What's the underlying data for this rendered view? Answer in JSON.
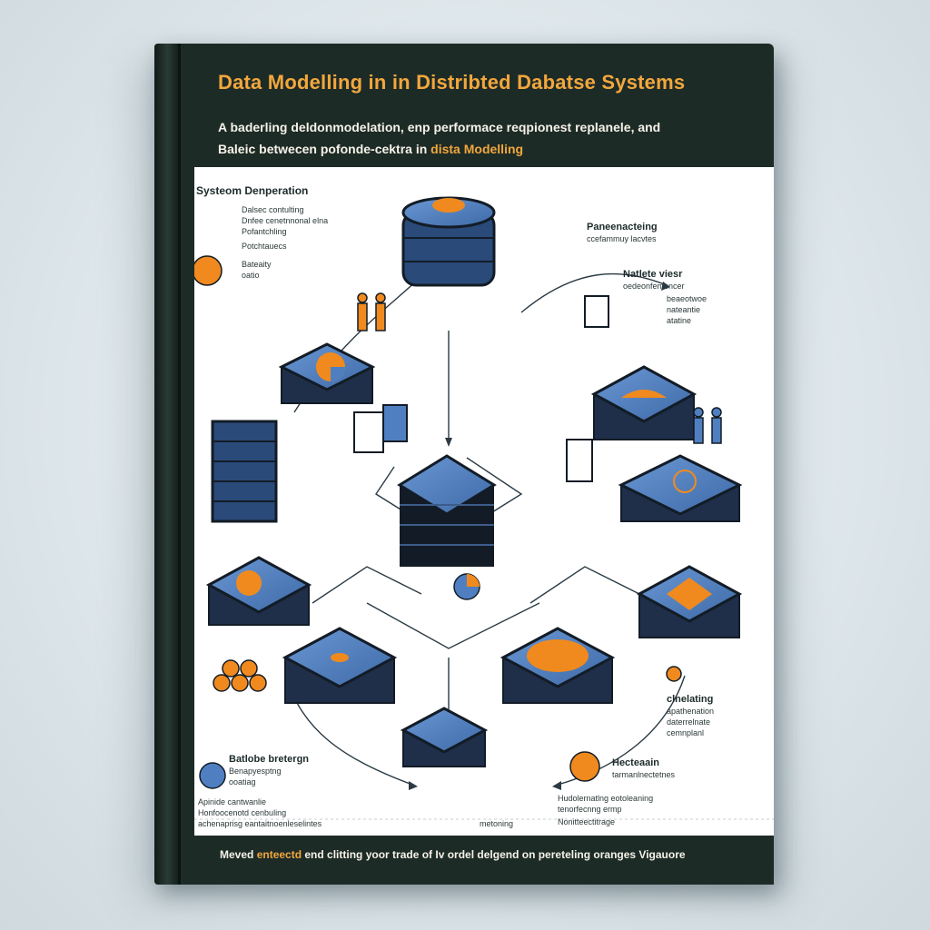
{
  "cover": {
    "title": "Data Modelling in in Distribted Dabatse Systems",
    "subtitle_line1": "A baderling deldonmodelation, enp performace reqpionest replanele, and",
    "subtitle_line2_prefix": "Baleic betwecen pofonde-cektra in ",
    "subtitle_line2_accent": "dista Modelling",
    "footer_prefix": "Meved ",
    "footer_accent": "enteectd",
    "footer_rest": " end clitting yoor trade of Iv ordel delgend on pereteling oranges  Vigauore"
  },
  "panel": {
    "section_heading": "Systeom Denperation",
    "top_left_lines": [
      "Dalsec contulting",
      "Dnfee cenetnnonal elna",
      "Pofantchling",
      "Potchtauecs"
    ],
    "top_left_small": [
      "Bateaity",
      "oatio"
    ],
    "top_right_head": "Paneenacteing",
    "top_right_sub": "ccefammuy lacvtes",
    "right_head": "Natlete viesr",
    "right_lines": [
      "oedeonfemoncer",
      "beaeotwoe",
      "nateantie",
      "atatine"
    ],
    "bottom_right_head": "clnelating",
    "bottom_right_lines": [
      "apathenation",
      "daterrelnate",
      "cemnplanl"
    ],
    "bottom_left_head": "Batlobe bretergn",
    "bottom_left_lines": [
      "Benapyesptng",
      "ooatiag"
    ],
    "lower_right_head": "Hecteaain",
    "lower_right_sub": "tarmanlnectetnes",
    "list_left": [
      "Apinide cantwanlie",
      "Honfoocenotd cenbuling",
      "achenaprisg eantaitnoenleselintes"
    ],
    "list_center": "metoning",
    "list_right": [
      "Hudolernatlng eotoleaning",
      "tenorfecnng ermp",
      "Nonitteectitrage"
    ]
  },
  "colors": {
    "orange": "#f2a73c",
    "blue": "#4f7fc0",
    "navy": "#1f2f4a",
    "cover_dark": "#1d2b27"
  },
  "icons": [
    "database-stack-icon",
    "server-block-icon",
    "person-icon",
    "document-icon",
    "pie-icon",
    "arrow-icon"
  ]
}
